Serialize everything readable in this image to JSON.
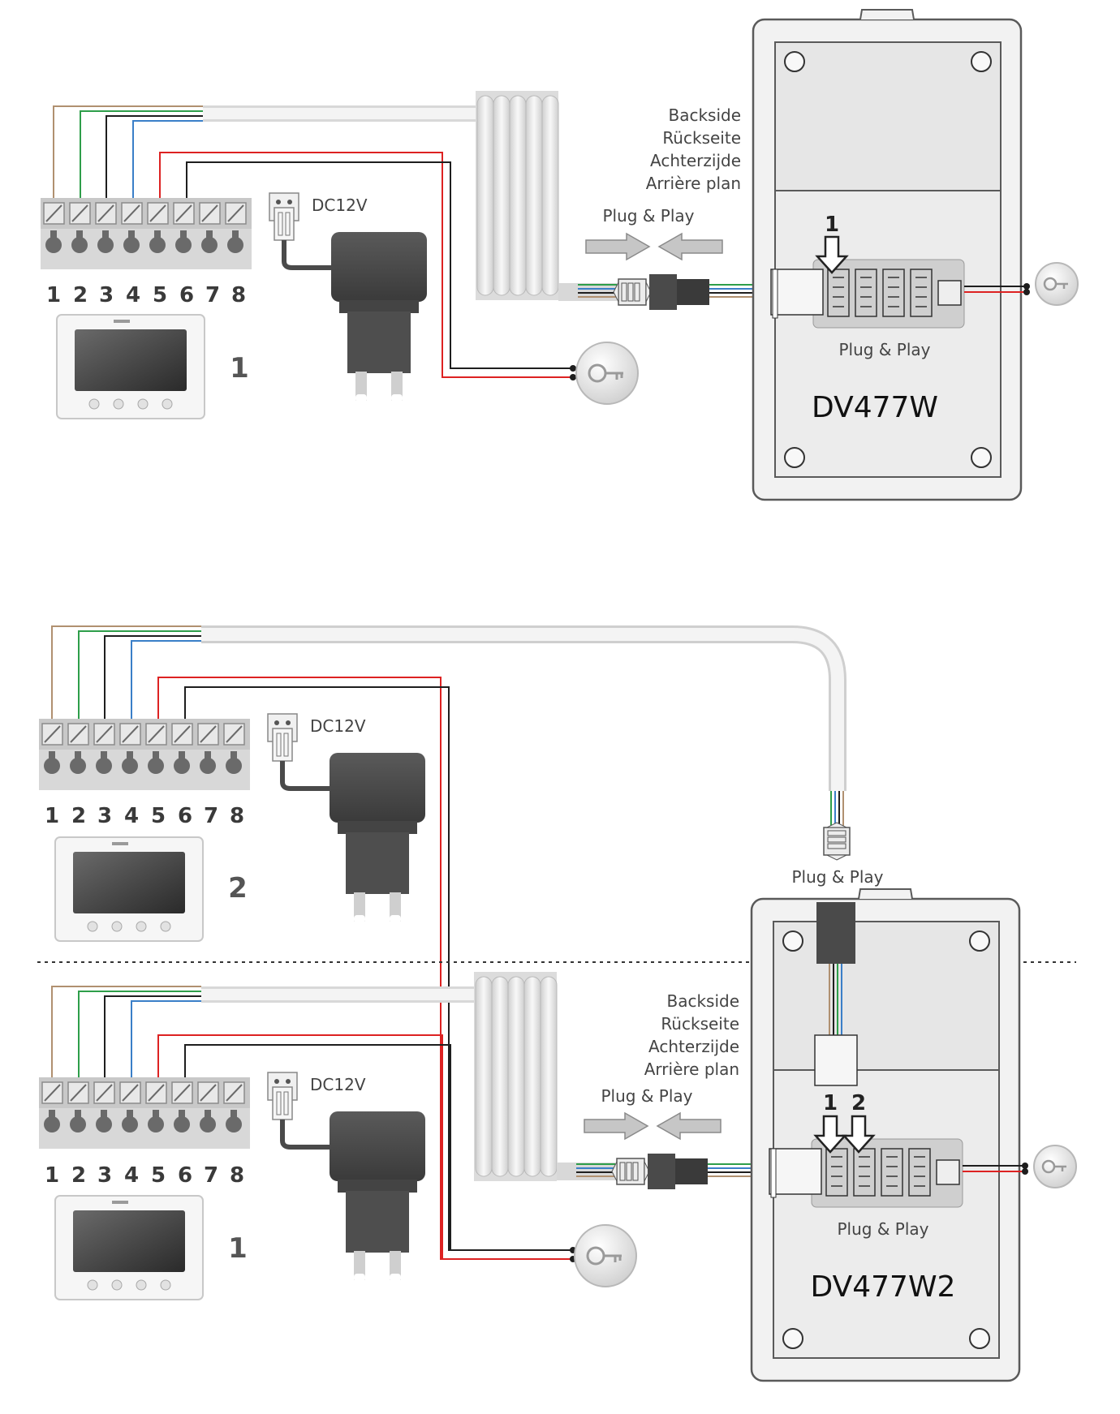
{
  "labels": {
    "dc": "DC12V",
    "plug_play": "Plug & Play",
    "backside": [
      "Backside",
      "Rückseite",
      "Achterzijde",
      "Arrière plan"
    ],
    "terminals": [
      "1",
      "2",
      "3",
      "4",
      "5",
      "6",
      "7",
      "8"
    ]
  },
  "top": {
    "model": "DV477W",
    "monitor_number": "1",
    "port_labels": [
      "1"
    ]
  },
  "bottom": {
    "model": "DV477W2",
    "monitor_upper_number": "2",
    "monitor_lower_number": "1",
    "port_labels": [
      "1",
      "2"
    ]
  },
  "colors": {
    "brown": "#b09070",
    "green": "#2e9e4a",
    "black": "#1e1e1e",
    "blue": "#3a7fc8",
    "red": "#dd2222",
    "cable": "#ededed",
    "panel": "#f2f2f2",
    "adapter": "#4a4a4a"
  },
  "icons": [
    "power-adapter-icon",
    "monitor-icon",
    "door-release-key-icon",
    "door-station-panel",
    "arrow-icon"
  ]
}
